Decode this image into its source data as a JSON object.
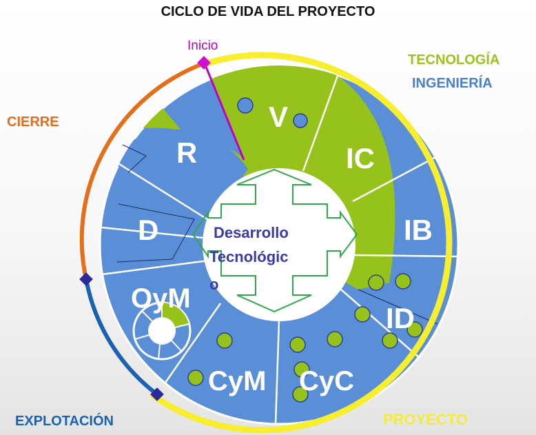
{
  "title": "CICLO DE VIDA DEL PROYECTO",
  "labels": {
    "inicio": "Inicio",
    "tecnologia": "TECNOLOGÍA",
    "ingenieria": "INGENIERÍA",
    "cierre": "CIERRE",
    "explotacion": "EXPLOTACIÓN",
    "proyecto": "PROYECTO"
  },
  "segments": {
    "v": "V",
    "ic": "IC",
    "ib": "IB",
    "id": "ID",
    "cyc": "CyC",
    "cym": "CyM",
    "oym": "OyM",
    "d": "D",
    "r": "R"
  },
  "center": {
    "line1": "Desarrollo",
    "line2": "Tecnológic",
    "line3": "o"
  },
  "colors": {
    "segment_blue": "#5a8fd8",
    "segment_green": "#96c31b",
    "ring_orange": "#e56e1a",
    "ring_yellow": "#f6ee2e",
    "ring_blue": "#1a62b0",
    "inicio_magenta": "#c000c0",
    "arrow_green": "#2ea84a",
    "diamond_navy": "#2a2a9a"
  }
}
